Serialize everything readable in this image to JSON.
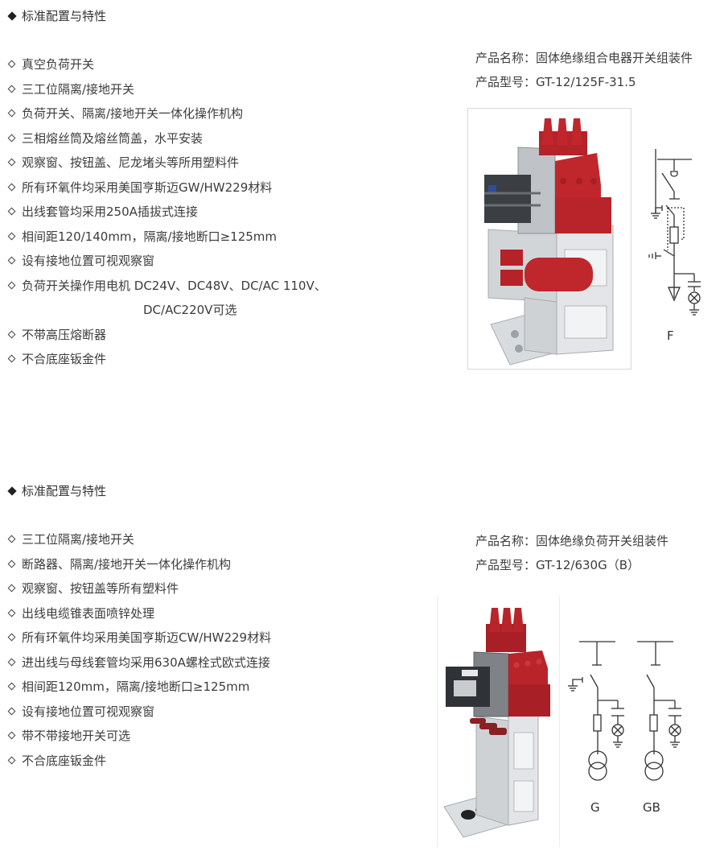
{
  "section1": {
    "heading": "标准配置与特性",
    "features": [
      "真空负荷开关",
      "三工位隔离/接地开关",
      "负荷开关、隔离/接地开关一体化操作机构",
      "三相熔丝筒及熔丝筒盖，水平安装",
      "观察窗、按钮盖、尼龙堵头等所用塑料件",
      "所有环氧件均采用美国亨斯迈GW/HW229材料",
      "出线套管均采用250A插拔式连接",
      "相间距120/140mm，隔离/接地断口≥125mm",
      "设有接地位置可视观察窗",
      "负荷开关操作用电机 DC24V、DC48V、DC/AC 110V、"
    ],
    "feature_continuation": "DC/AC220V可选",
    "features_after": [
      "不带高压熔断器",
      "不合底座钣金件"
    ],
    "product_name_label": "产品名称：",
    "product_name": "固体绝缘组合电器开关组装件",
    "product_model_label": "产品型号：",
    "product_model": "GT-12/125F-31.5",
    "photo_alt": "switchgear-assembly-photo-F",
    "diagram_label": "F"
  },
  "section2": {
    "heading": "标准配置与特性",
    "features": [
      "三工位隔离/接地开关",
      "断路器、隔离/接地开关一体化操作机构",
      "观察窗、按钮盖等所有塑料件",
      "出线电缆锥表面喷锌处理",
      "所有环氧件均采用美国亨斯迈CW/HW229材料",
      "进出线与母线套管均采用630A螺栓式欧式连接",
      "相间距120mm，隔离/接地断口≥125mm",
      "设有接地位置可视观察窗",
      "带不带接地开关可选",
      "不合底座钣金件"
    ],
    "product_name_label": "产品名称：",
    "product_name": "固体绝缘负荷开关组装件",
    "product_model_label": "产品型号：",
    "product_model": "GT-12/630G（B）",
    "photo_alt": "switchgear-assembly-photo-G",
    "diagram_labels": [
      "G",
      "GB"
    ]
  },
  "colors": {
    "epoxy_red": "#c0272d",
    "steel": "#c9ccd0",
    "text": "#3c3c3c"
  }
}
